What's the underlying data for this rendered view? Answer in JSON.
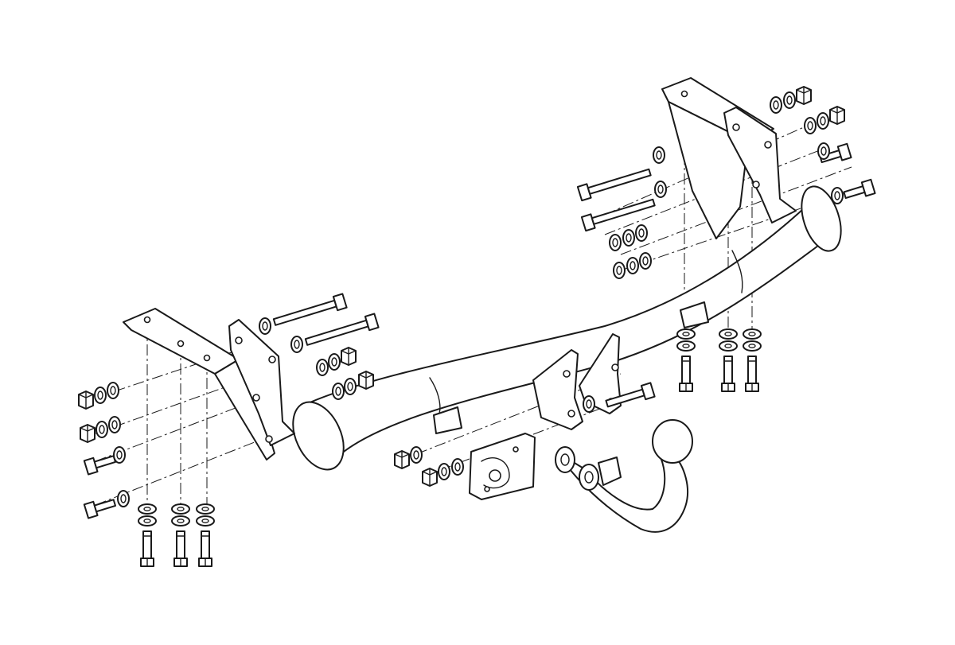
{
  "diagram": {
    "type": "exploded assembly drawing",
    "components": [
      "tow-bar-crossbeam",
      "left-mounting-bracket",
      "right-mounting-bracket",
      "center-ball-mount-brackets",
      "tow-ball-neck",
      "socket-plate",
      "bolts",
      "nuts",
      "washers"
    ],
    "colors": {
      "line": "#1a1a1a",
      "background": "#ffffff"
    }
  }
}
